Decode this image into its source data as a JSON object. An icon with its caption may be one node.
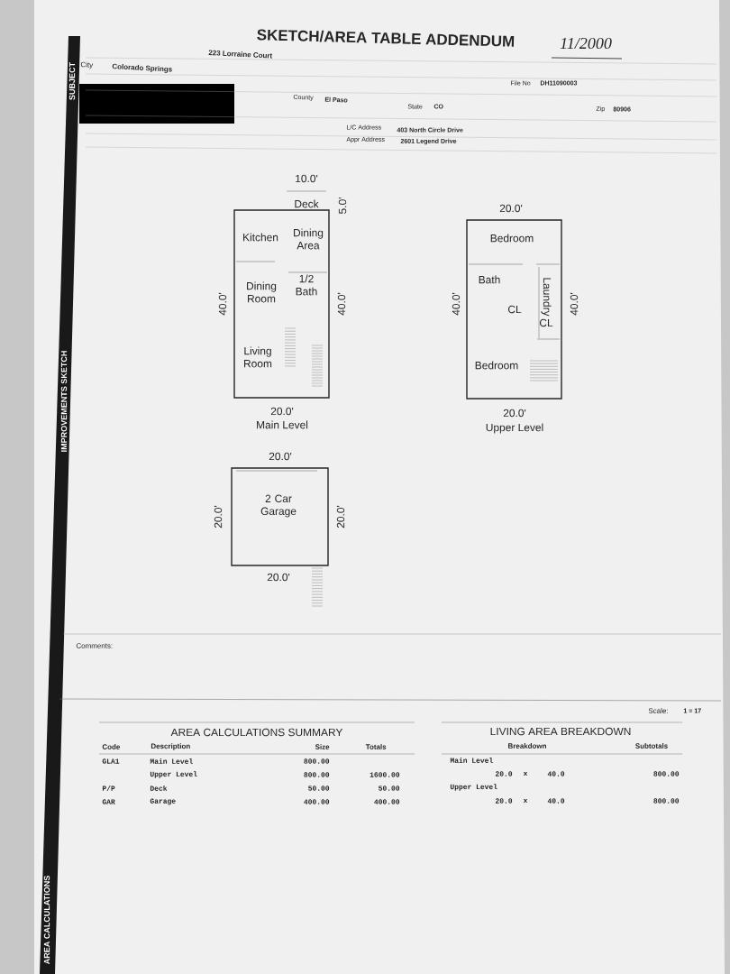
{
  "diagram": {
    "title": "SKETCH/AREA TABLE ADDENDUM",
    "nodes": [
      {
        "text": [
          "Kitchen",
          "Dining Area",
          "Dining Room",
          "1/2 Bath",
          "Living Room"
        ],
        "beside": [
          "Main Level"
        ]
      },
      {
        "text": [
          "Deck"
        ]
      },
      {
        "text": [
          "Bedroom",
          "Bath",
          "CL",
          "Laundry",
          "CL",
          "Bedroom"
        ],
        "beside": [
          "Upper Level"
        ]
      },
      {
        "text": [
          "2 Car Garage"
        ]
      }
    ],
    "labels": [
      "11/2000",
      "SUBJECT",
      "223 Lorraine Court",
      "City",
      "Colorado Springs",
      "File No",
      "DH11090003",
      "County",
      "El Paso",
      "State",
      "CO",
      "Zip",
      "80906",
      "L/C Address",
      "403 North Circle Drive",
      "Appr Address",
      "2601 Legend Drive",
      "IMPROVEMENTS SKETCH",
      "10.0'",
      "5.0'",
      "40.0'",
      "40.0'",
      "20.0'",
      "20.0'",
      "40.0'",
      "40.0'",
      "20.0'",
      "20.0'",
      "20.0'",
      "20.0'",
      "20.0'",
      "Comments:",
      "Scale:",
      "1 = 17",
      "AREA CALCULATIONS SUMMARY",
      "Code",
      "Description",
      "Size",
      "Totals",
      "GLA1",
      "Main Level",
      "800.00",
      "Upper Level",
      "800.00",
      "1600.00",
      "P/P",
      "Deck",
      "50.00",
      "50.00",
      "GAR",
      "Garage",
      "400.00",
      "400.00",
      "LIVING AREA BREAKDOWN",
      "Breakdown",
      "Subtotals",
      "Main Level",
      "20.0",
      "x",
      "40.0",
      "800.00",
      "Upper Level",
      "20.0",
      "x",
      "40.0",
      "800.00",
      "AREA CALCULATIONS"
    ]
  }
}
